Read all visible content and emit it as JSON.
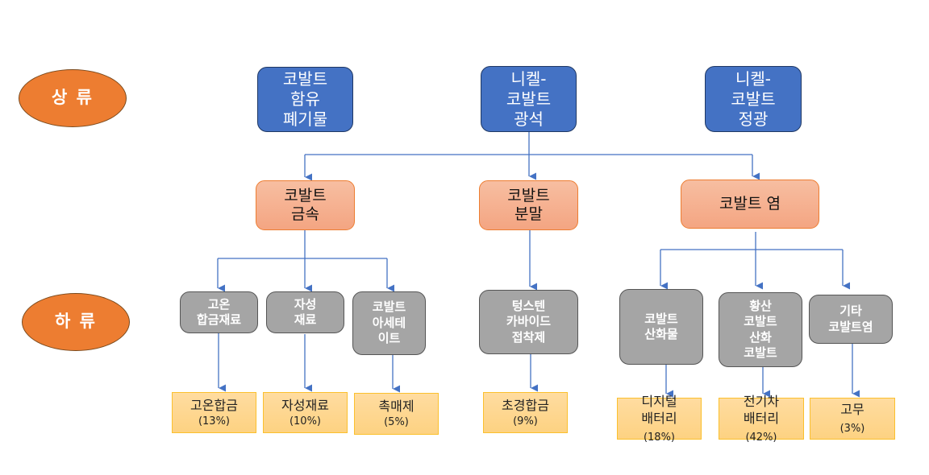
{
  "stages": {
    "upstream": "상 류",
    "downstream": "하 류"
  },
  "sources": [
    {
      "lines": [
        "코발트",
        "함유",
        "폐기물"
      ]
    },
    {
      "lines": [
        "니켈-",
        "코발트",
        "광석"
      ]
    },
    {
      "lines": [
        "니켈-",
        "코발트",
        "정광"
      ]
    }
  ],
  "products": [
    {
      "lines": [
        "코발트",
        "금속"
      ]
    },
    {
      "lines": [
        "코발트",
        "분말"
      ]
    },
    {
      "lines": [
        "코발트 염"
      ]
    }
  ],
  "uses": [
    {
      "lines": [
        "고온",
        "합금재료"
      ]
    },
    {
      "lines": [
        "자성",
        "재료"
      ]
    },
    {
      "lines": [
        "코발트",
        "아세테",
        "이트"
      ]
    },
    {
      "lines": [
        "텅스텐",
        "카바이드",
        "접착제"
      ]
    },
    {
      "lines": [
        "코발트",
        "산화물"
      ]
    },
    {
      "lines": [
        "황산",
        "코발트",
        "산화",
        "코발트"
      ]
    },
    {
      "lines": [
        "기타",
        "코발트염"
      ]
    }
  ],
  "end_uses": [
    {
      "name": "고온합금",
      "share": "(13%)"
    },
    {
      "name": "자성재료",
      "share": "(10%)"
    },
    {
      "name": "촉매제",
      "share": "(5%)"
    },
    {
      "name": "초경합금",
      "share": "(9%)"
    },
    {
      "name": "디지털",
      "name2": "배터리",
      "share": "(18%)"
    },
    {
      "name": "전기차",
      "name2": "배터리",
      "share": "(42%)"
    },
    {
      "name": "고무",
      "share": "(3%)"
    }
  ],
  "colors": {
    "stage": "#ed7d31",
    "source": "#4472c4",
    "product": "#f4b183",
    "use": "#a5a5a5",
    "end_use": "#ffd966",
    "connector": "#4472c4"
  }
}
